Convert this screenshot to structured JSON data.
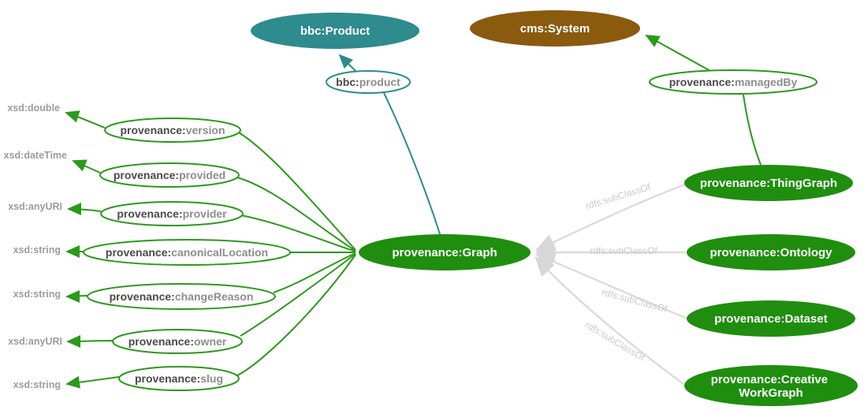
{
  "colors": {
    "class_green_fill": "#1f8e0e",
    "teal_fill": "#2e8b8e",
    "brown_fill": "#8a5a0e",
    "green_edge": "#2a9a1a",
    "teal_edge": "#2e8b8e",
    "gray_edge": "#dcdcdc",
    "gray_edge_label": "#cbcbcb",
    "datatype_label_gray": "#9c9c9c",
    "property_prefix_text": "#4a4a4a",
    "property_name_text": "#8d8d8d",
    "node_text": "#ffffff"
  },
  "class_nodes": [
    {
      "label": "bbc:Product"
    },
    {
      "label": "cms:System"
    },
    {
      "label": "provenance:Graph"
    },
    {
      "label": "provenance:ThingGraph"
    },
    {
      "label": "provenance:Ontology"
    },
    {
      "label": "provenance:Dataset"
    },
    {
      "line1": "provenance:Creative",
      "line2": "WorkGraph"
    }
  ],
  "property_nodes": [
    {
      "prefix": "bbc:",
      "name": "product"
    },
    {
      "prefix": "provenance:",
      "name": "managedBy"
    },
    {
      "prefix": "provenance:",
      "name": "version"
    },
    {
      "prefix": "provenance:",
      "name": "provided"
    },
    {
      "prefix": "provenance:",
      "name": "provider"
    },
    {
      "prefix": "provenance:",
      "name": "canonicalLocation"
    },
    {
      "prefix": "provenance:",
      "name": "changeReason"
    },
    {
      "prefix": "provenance:",
      "name": "owner"
    },
    {
      "prefix": "provenance:",
      "name": "slug"
    }
  ],
  "datatype_labels": [
    "xsd:double",
    "xsd:dateTime",
    "xsd:anyURI",
    "xsd:string",
    "xsd:string",
    "xsd:anyURI",
    "xsd:string"
  ],
  "edge_labels": [
    "rdfs:subClassOf",
    "rdfs:subClassOf",
    "rdfs:subClassOf",
    "rdfs:subClassOf"
  ]
}
